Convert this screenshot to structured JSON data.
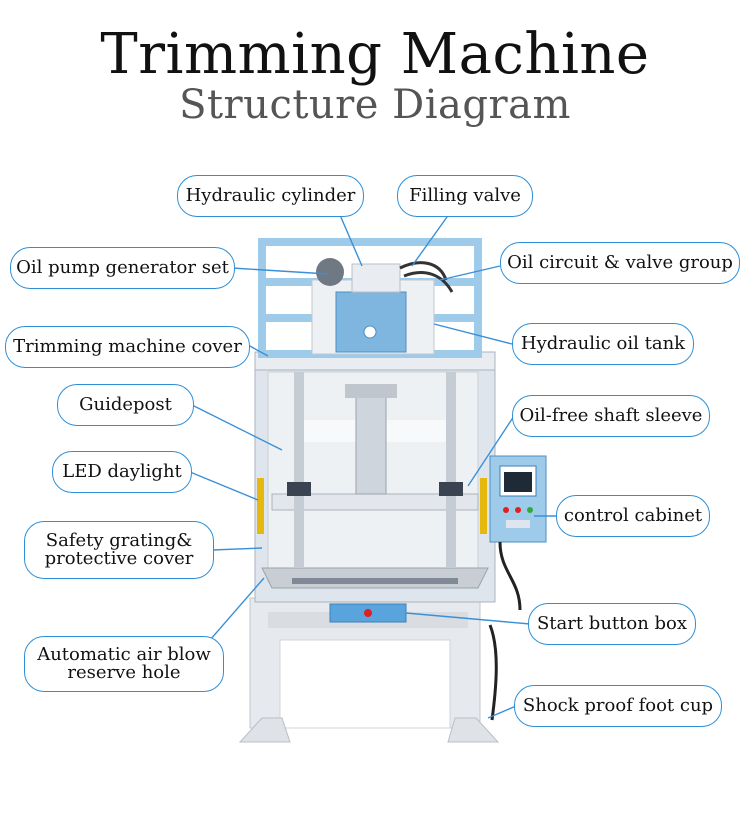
{
  "title": "Trimming Machine",
  "subtitle": "Structure Diagram",
  "labels": {
    "hydraulic_cylinder": "Hydraulic cylinder",
    "filling_valve": "Filling valve",
    "oil_pump": "Oil pump generator set",
    "oil_circuit": "Oil circuit & valve group",
    "machine_cover": "Trimming machine cover",
    "oil_tank": "Hydraulic oil tank",
    "guidepost": "Guidepost",
    "shaft_sleeve": "Oil-free shaft sleeve",
    "led": "LED daylight",
    "cabinet": "control cabinet",
    "safety_1": "Safety grating&",
    "safety_2": "protective cover",
    "start_button": "Start button box",
    "air_blow_1": "Automatic air blow",
    "air_blow_2": "reserve hole",
    "foot_cup": "Shock proof foot cup"
  },
  "colors": {
    "frame": "#9ecbe9",
    "body": "#e9edf2",
    "callout_border": "#2f8fd6",
    "button": "#e02020"
  }
}
